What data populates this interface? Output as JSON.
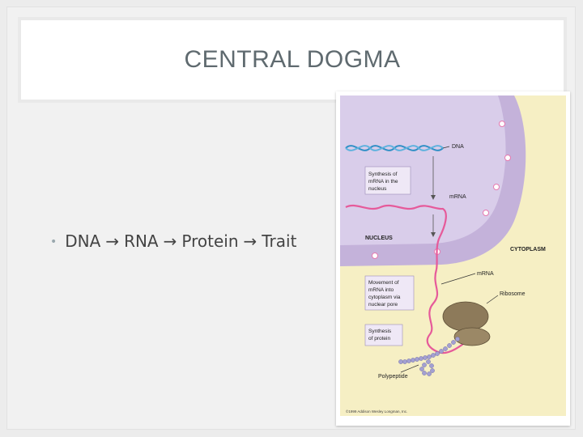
{
  "slide": {
    "title": "CENTRAL DOGMA",
    "bullet": {
      "items": [
        "DNA",
        "RNA",
        "Protein",
        "Trait"
      ]
    }
  },
  "figure": {
    "labels": {
      "dna": "DNA",
      "synthesis_mrna": [
        "Synthesis of",
        "mRNA in the",
        "nucleus"
      ],
      "mrna_nucleus": "mRNA",
      "nucleus": "NUCLEUS",
      "cytoplasm": "CYTOPLASM",
      "mrna_cyto": "mRNA",
      "movement": [
        "Movement of",
        "mRNA into",
        "cytoplasm via",
        "nuclear pore"
      ],
      "ribosome": "Ribosome",
      "synthesis_protein": [
        "Synthesis",
        "of protein"
      ],
      "polypeptide": "Polypeptide",
      "copyright": "©1999 Addison Wesley Longman, Inc."
    },
    "colors": {
      "cytoplasm_bg": "#f6efc4",
      "nucleus": "#c7b6dc",
      "nucleus_inner": "#d8ccea",
      "dna": "#2f8fc6",
      "mrna": "#e65a9a",
      "ribosome": "#8d7a5a",
      "polypeptide": "#a3a0d2"
    }
  }
}
